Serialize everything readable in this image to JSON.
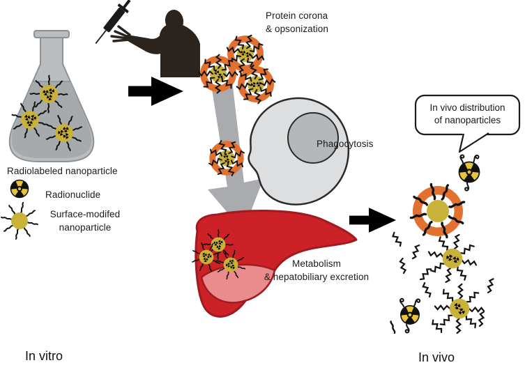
{
  "colors": {
    "background": "#ffffff",
    "corona_orange": "#e2712f",
    "nanoparticle_yellow": "#c9b23a",
    "trefoil_yellow": "#e8c43c",
    "liver_red": "#cc2127",
    "liver_outline": "#9e1b20",
    "liver_lobe_pink": "#ea8c8e",
    "flask_glass": "#b9bdc0",
    "flask_liquid": "#a6aaad",
    "cell_body": "#dcdee0",
    "cell_nucleus": "#b5b8ba",
    "flow_arrow_gray": "#a9abae",
    "arrow_black": "#000000",
    "silhouette_brown": "#2b241e",
    "text": "#1a1a1a"
  },
  "scene": {
    "labels": {
      "radiolabeled_nanoparticle": "Radiolabeled nanoparticle",
      "radionuclide": "Radionuclide",
      "surface_modified_nanoparticle": "Surface-modifed\nnanoparticle",
      "protein_corona": "Protein corona\n& opsonization",
      "phagocytosis": "Phagocytosis",
      "metabolism": "Metabolism\n& hepatobiliary excretion",
      "bubble": "In vivo distribution\nof nanoparticles",
      "in_vitro": "In vitro",
      "in_vivo": "In vivo"
    },
    "icons": {
      "flask-icon": "erlenmeyer flask with nanoparticle suspension",
      "syringe-icon": "injection syringe",
      "patient-silhouette-icon": "human torso with extended arm",
      "injection-arrow-icon": "black right arrow",
      "transfer-arrow-icon": "black right arrow",
      "flow-arrow-icon": "gray downward flow arrow",
      "radionuclide-icon": "radiation trefoil symbol",
      "nanoparticle-icon": "yellow surface-modified nanoparticle with polymer arms",
      "corona-nanoparticle-icon": "nanoparticle with orange protein corona ring",
      "macrophage-icon": "phagocytic cell with nucleus",
      "liver-icon": "liver organ",
      "speech-bubble-icon": "callout bubble with pointer tail"
    }
  }
}
